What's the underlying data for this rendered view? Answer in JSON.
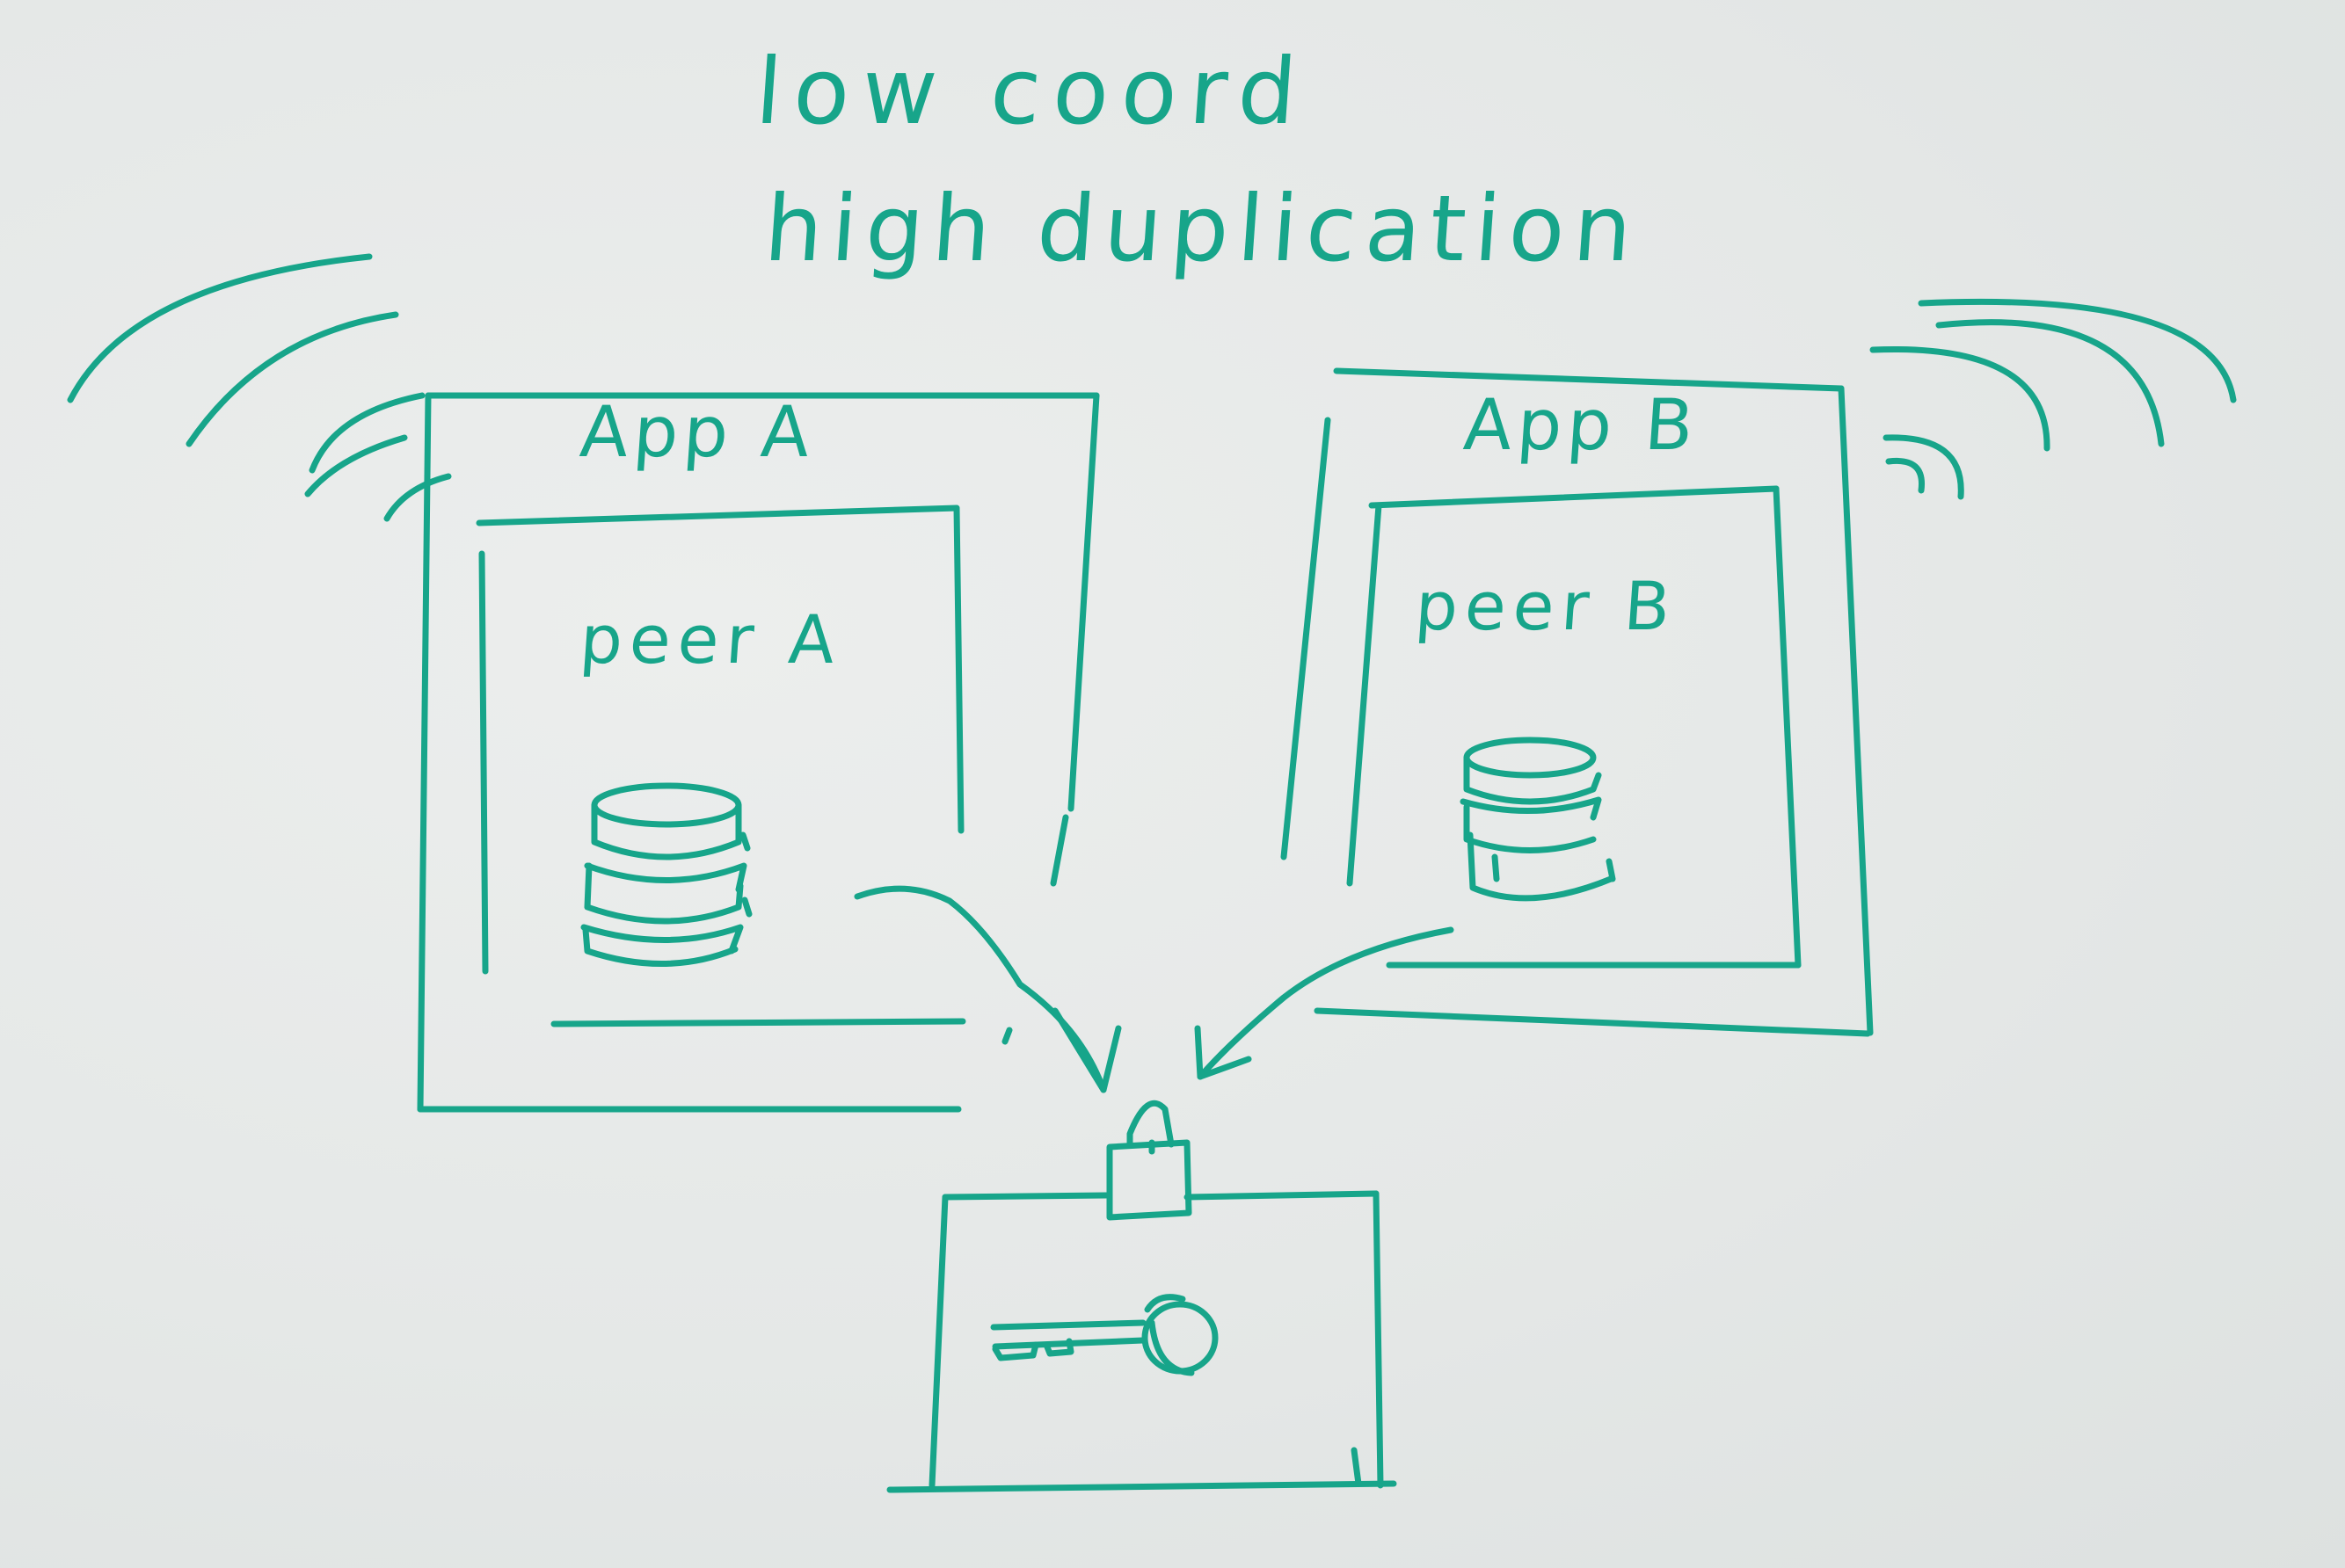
{
  "title": {
    "line1": "low coord",
    "line2": "high duplication"
  },
  "apps": [
    {
      "label": "App A",
      "peer_label": "peer A",
      "icon": "database-icon",
      "signal_icon": "wireless-signal-icon"
    },
    {
      "label": "App B",
      "peer_label": "peer B",
      "icon": "database-icon",
      "signal_icon": "wireless-signal-icon"
    }
  ],
  "shared_store": {
    "lock_icon": "padlock-icon",
    "key_icon": "key-icon"
  },
  "colors": {
    "ink": "#17a58a",
    "paper": "#e4e7e6"
  }
}
